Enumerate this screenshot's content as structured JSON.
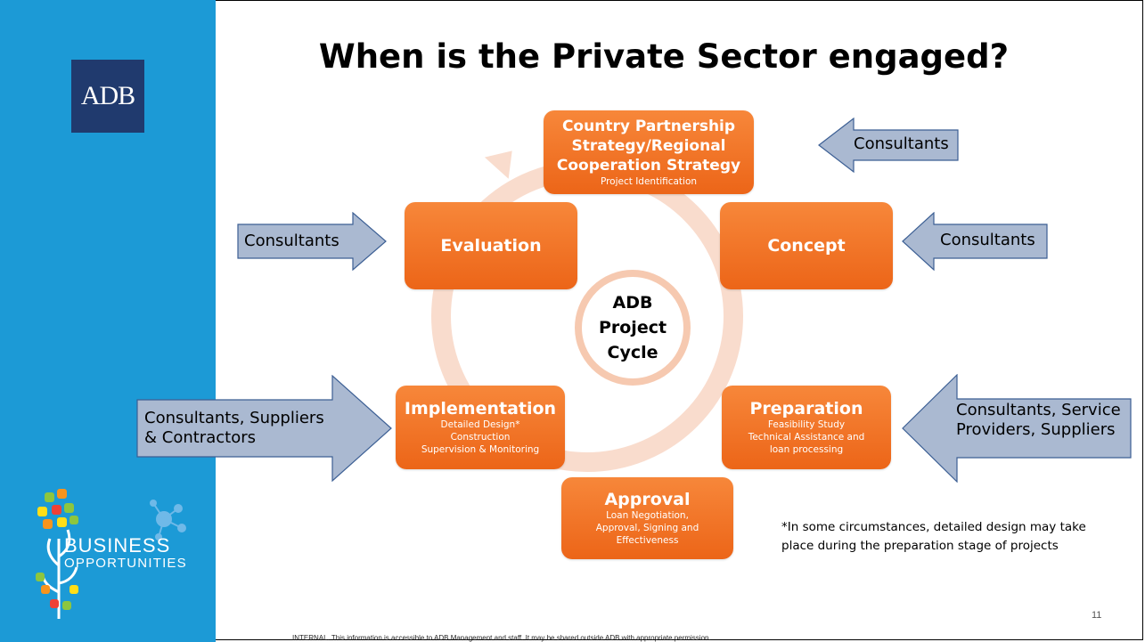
{
  "logo": {
    "adb": "ADB",
    "business": "BUSINESS",
    "opportunities": "OPPORTUNITIES"
  },
  "title": "When is the Private Sector engaged?",
  "center": {
    "line1": "ADB",
    "line2": "Project",
    "line3": "Cycle"
  },
  "stages": {
    "country": {
      "title_line1": "Country Partnership",
      "title_line2": "Strategy/Regional",
      "title_line3": "Cooperation Strategy",
      "sub": "Project Identification"
    },
    "concept": {
      "title": "Concept"
    },
    "preparation": {
      "title": "Preparation",
      "sub1": "Feasibility Study",
      "sub2": "Technical Assistance and",
      "sub3": "loan processing"
    },
    "approval": {
      "title": "Approval",
      "sub1": "Loan Negotiation,",
      "sub2": "Approval,  Signing and",
      "sub3": "Effectiveness"
    },
    "implementation": {
      "title": "Implementation",
      "sub1": "Detailed Design*",
      "sub2": "Construction",
      "sub3": "Supervision & Monitoring"
    },
    "evaluation": {
      "title": "Evaluation"
    }
  },
  "arrows": {
    "top_right": "Consultants",
    "mid_right": "Consultants",
    "mid_left": "Consultants",
    "lower_left_line1": "Consultants, Suppliers",
    "lower_left_line2": "& Contractors",
    "lower_right_line1": "Consultants, Service",
    "lower_right_line2": "Providers, Suppliers"
  },
  "note": "*In some circumstances, detailed design may take place during the preparation stage of projects",
  "page_number": "11",
  "footer": "INTERNAL. This information is accessible to ADB Management and staff. It may be shared outside ADB with appropriate permission.",
  "colors": {
    "sidebar": "#1c9ad6",
    "adb_logo_bg": "#203a6e",
    "stage_orange": "#ef6d22",
    "ring": "#f9dccd",
    "arrow_fill": "#aab9d1",
    "arrow_stroke": "#3c5f94"
  }
}
